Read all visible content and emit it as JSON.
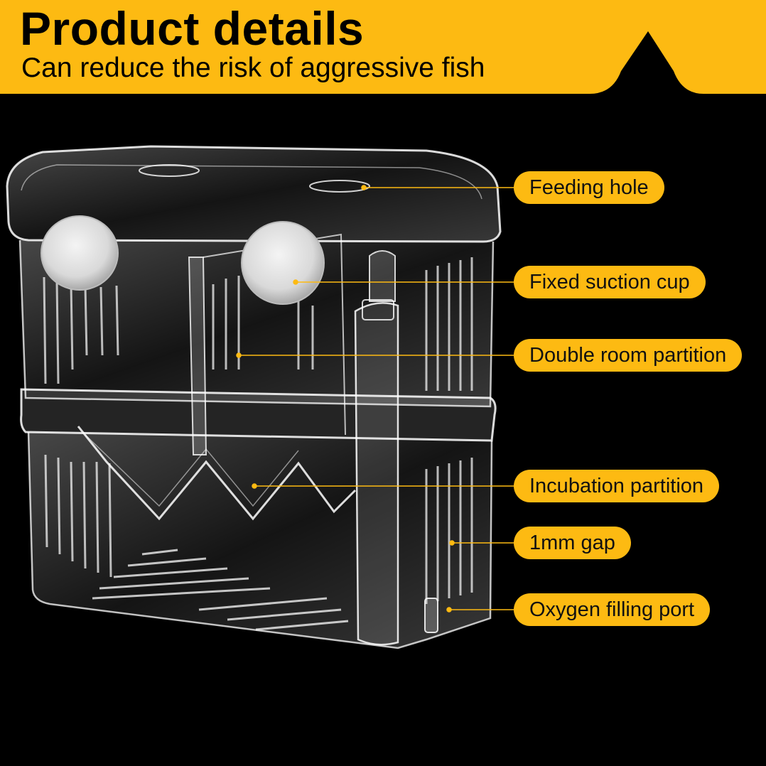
{
  "header": {
    "title": "Product details",
    "subtitle": "Can reduce the risk of aggressive fish"
  },
  "callouts": [
    {
      "label": "Feeding hole"
    },
    {
      "label": "Fixed suction cup"
    },
    {
      "label": "Double room partition"
    },
    {
      "label": "Incubation partition"
    },
    {
      "label": "1mm gap"
    },
    {
      "label": "Oxygen filling port"
    }
  ],
  "colors": {
    "accent": "#FDBA12",
    "background": "#000000",
    "text": "#111111"
  }
}
